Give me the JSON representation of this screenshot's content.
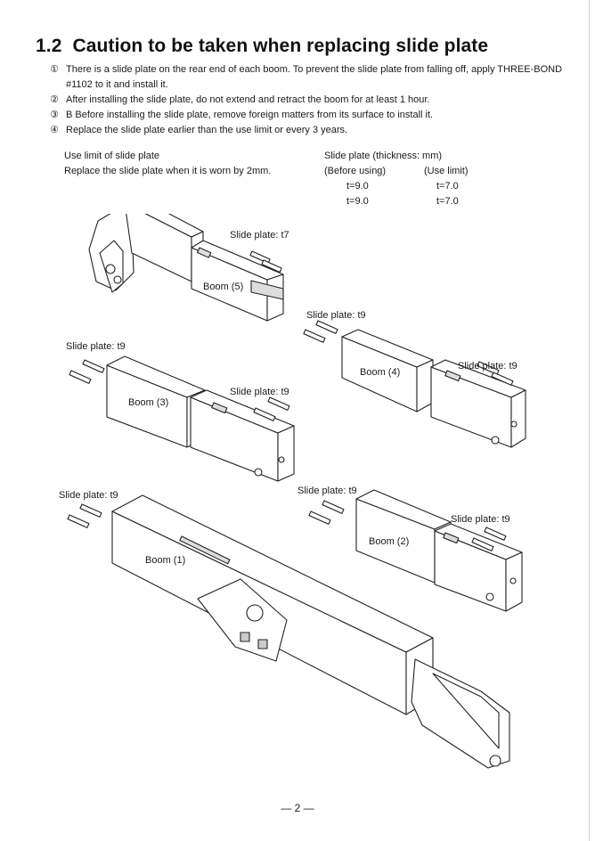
{
  "section": {
    "number": "1.2",
    "title": "Caution to be taken when replacing slide plate"
  },
  "instructions": [
    {
      "mark": "①",
      "text": "There is a slide plate on the rear end of each boom.  To prevent the slide plate from falling off, apply THREE-BOND #1102 to it and install it."
    },
    {
      "mark": "②",
      "text": "After installing the slide plate, do not extend and retract the boom for at least 1 hour."
    },
    {
      "mark": "③",
      "text": "B Before installing the slide plate, remove foreign matters from its surface to install it."
    },
    {
      "mark": "④",
      "text": "Replace the slide plate earlier than the use limit or every 3 years."
    }
  ],
  "use_limit": {
    "heading": "Use limit of slide plate",
    "note": "Replace the slide plate when it is worn by 2mm."
  },
  "thickness_table": {
    "heading": "Slide plate (thickness: mm)",
    "col_before": "(Before using)",
    "col_limit": "(Use limit)",
    "rows": [
      {
        "before": "t=9.0",
        "limit": "t=7.0"
      },
      {
        "before": "t=9.0",
        "limit": "t=7.0"
      }
    ]
  },
  "figure_labels": {
    "boom5": "Boom (5)",
    "boom4": "Boom (4)",
    "boom3": "Boom (3)",
    "boom2": "Boom (2)",
    "boom1": "Boom (1)",
    "plate_t7": "Slide plate: t7",
    "plate_b4_front": "Slide plate: t9",
    "plate_b4_rear": "Slide plate: t9",
    "plate_b3_front": "Slide plate: t9",
    "plate_b3_rear": "Slide plate: t9",
    "plate_b2_front": "Slide plate: t9",
    "plate_b2_rear": "Slide plate: t9",
    "plate_b1_front": "Slide plate: t9"
  },
  "page_number": "— 2 —"
}
